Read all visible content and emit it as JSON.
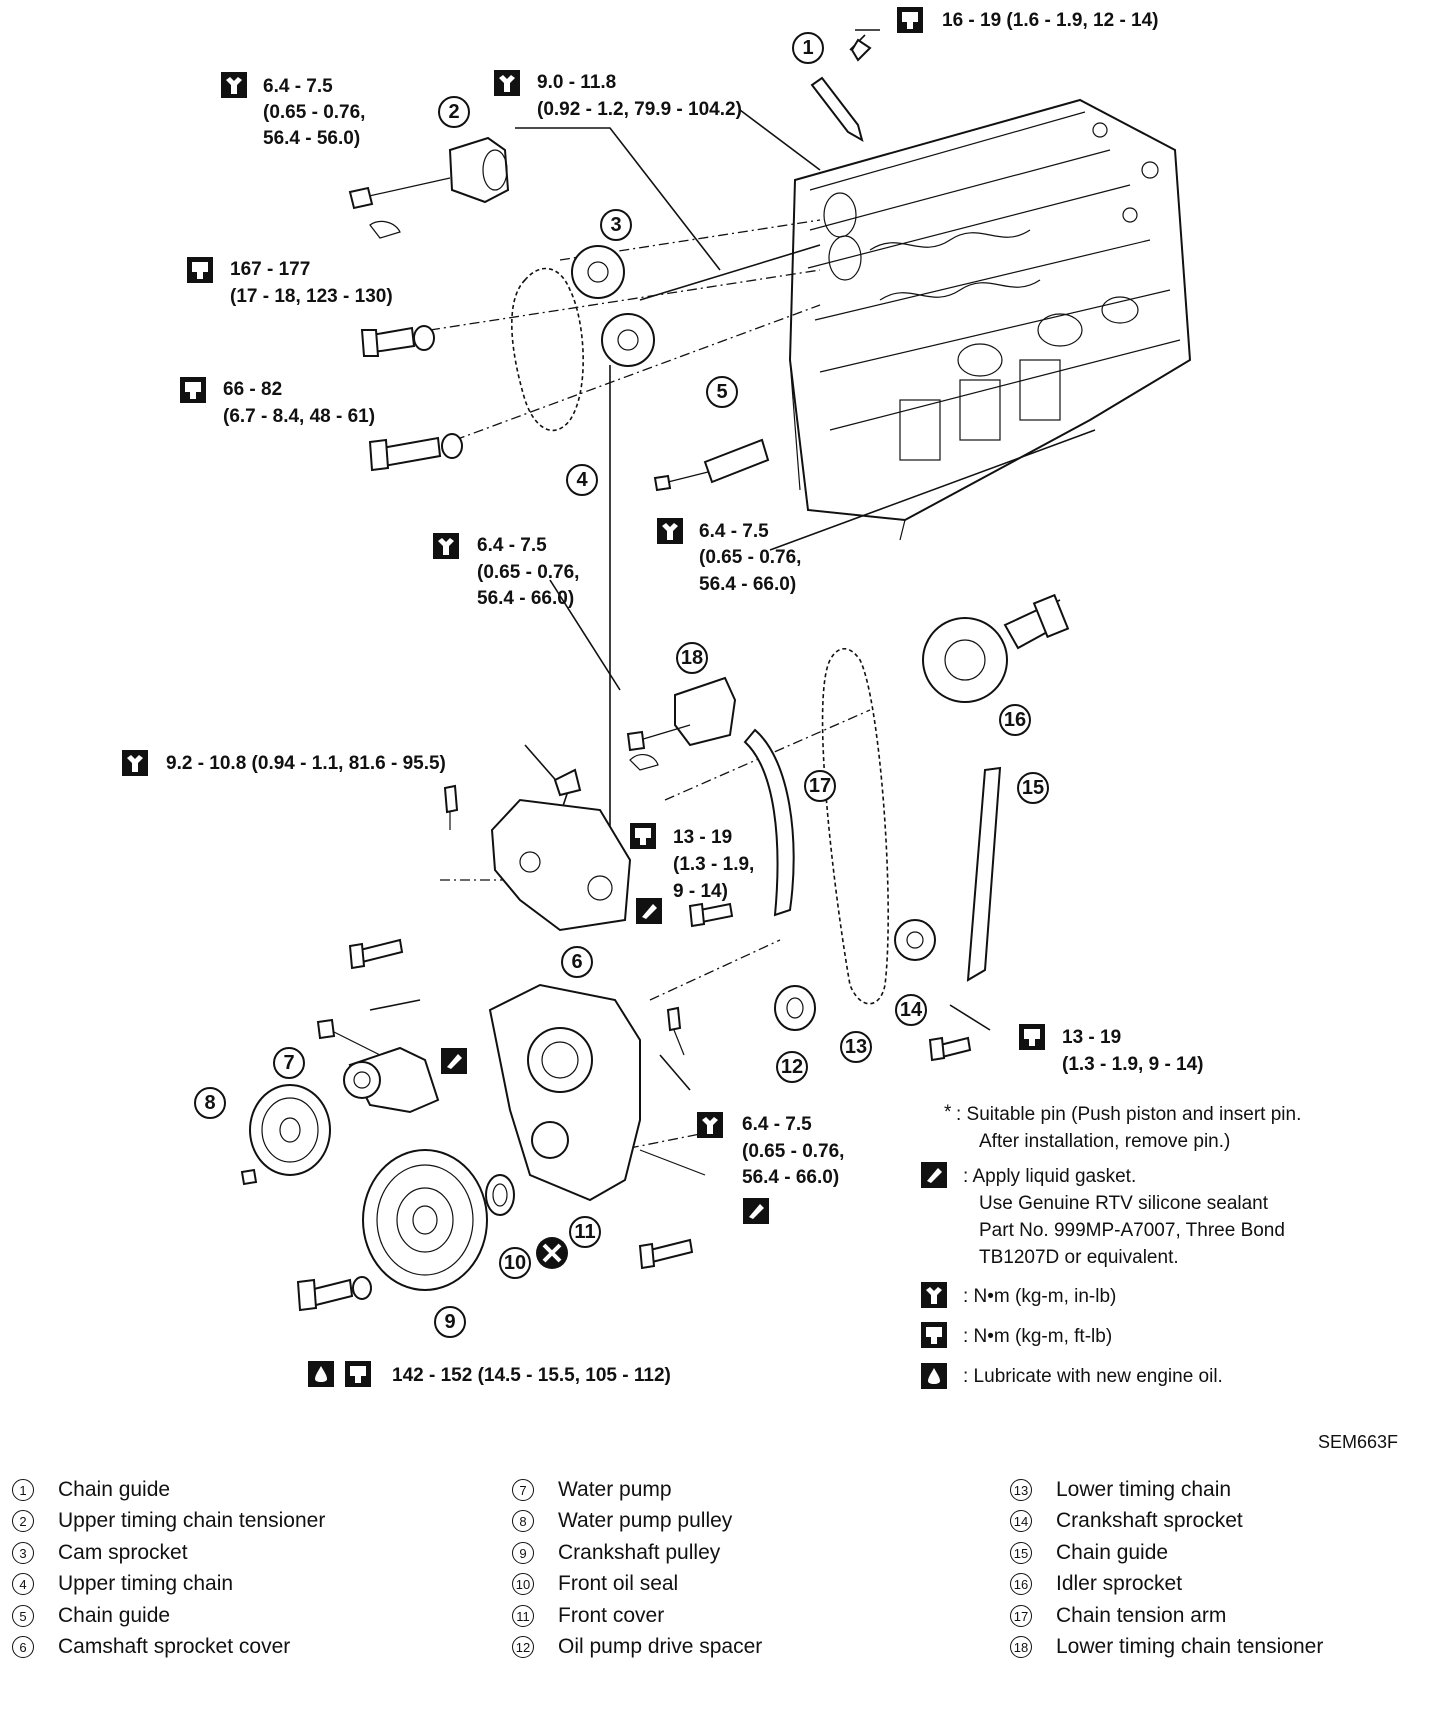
{
  "torque_labels": {
    "t1": "16 - 19 (1.6 - 1.9, 12 - 14)",
    "t2": [
      "6.4 - 7.5",
      "(0.65 - 0.76,",
      "56.4 - 56.0)"
    ],
    "t3": [
      "9.0 - 11.8",
      "(0.92 - 1.2, 79.9 - 104.2)"
    ],
    "t4": [
      "167 - 177",
      "(17 - 18, 123 - 130)"
    ],
    "t5": [
      "66 - 82",
      "(6.7 - 8.4, 48 - 61)"
    ],
    "t6": [
      "6.4 - 7.5",
      "(0.65 - 0.76,",
      "56.4 - 66.0)"
    ],
    "t7": [
      "6.4 - 7.5",
      "(0.65 - 0.76,",
      "56.4 - 66.0)"
    ],
    "t8": "9.2 - 10.8 (0.94 - 1.1, 81.6 - 95.5)",
    "t9": [
      "13 - 19",
      "(1.3 - 1.9,",
      "9 - 14)"
    ],
    "t10": [
      "13 - 19",
      "(1.3 - 1.9, 9 - 14)"
    ],
    "t11": [
      "6.4 - 7.5",
      "(0.65 - 0.76,",
      "56.4 - 66.0)"
    ],
    "t12": "142 - 152 (14.5 - 15.5, 105 - 112)"
  },
  "callouts": [
    "1",
    "2",
    "3",
    "4",
    "5",
    "6",
    "7",
    "8",
    "9",
    "10",
    "11",
    "12",
    "13",
    "14",
    "15",
    "16",
    "17",
    "18"
  ],
  "legend": {
    "pin_symbol": "*",
    "pin_note": [
      " : Suitable pin (Push piston and insert pin.",
      "After installation, remove pin.)"
    ],
    "gasket_note": [
      ": Apply liquid gasket.",
      "Use Genuine RTV silicone sealant",
      "Part No. 999MP-A7007, Three Bond",
      "TB1207D or equivalent."
    ],
    "nm_inlb": ": N•m (kg-m, in-lb)",
    "nm_ftlb": ": N•m (kg-m, ft-lb)",
    "lubricate": ": Lubricate with new engine oil."
  },
  "figure_ref": "SEM663F",
  "parts": [
    {
      "num": "1",
      "name": "Chain guide"
    },
    {
      "num": "2",
      "name": "Upper timing chain tensioner"
    },
    {
      "num": "3",
      "name": "Cam sprocket"
    },
    {
      "num": "4",
      "name": "Upper timing chain"
    },
    {
      "num": "5",
      "name": "Chain guide"
    },
    {
      "num": "6",
      "name": "Camshaft sprocket cover"
    },
    {
      "num": "7",
      "name": "Water pump"
    },
    {
      "num": "8",
      "name": "Water pump pulley"
    },
    {
      "num": "9",
      "name": "Crankshaft pulley"
    },
    {
      "num": "10",
      "name": "Front oil seal"
    },
    {
      "num": "11",
      "name": "Front cover"
    },
    {
      "num": "12",
      "name": "Oil pump drive spacer"
    },
    {
      "num": "13",
      "name": "Lower timing chain"
    },
    {
      "num": "14",
      "name": "Crankshaft sprocket"
    },
    {
      "num": "15",
      "name": "Chain guide"
    },
    {
      "num": "16",
      "name": "Idler sprocket"
    },
    {
      "num": "17",
      "name": "Chain tension arm"
    },
    {
      "num": "18",
      "name": "Lower timing chain tensioner"
    }
  ]
}
